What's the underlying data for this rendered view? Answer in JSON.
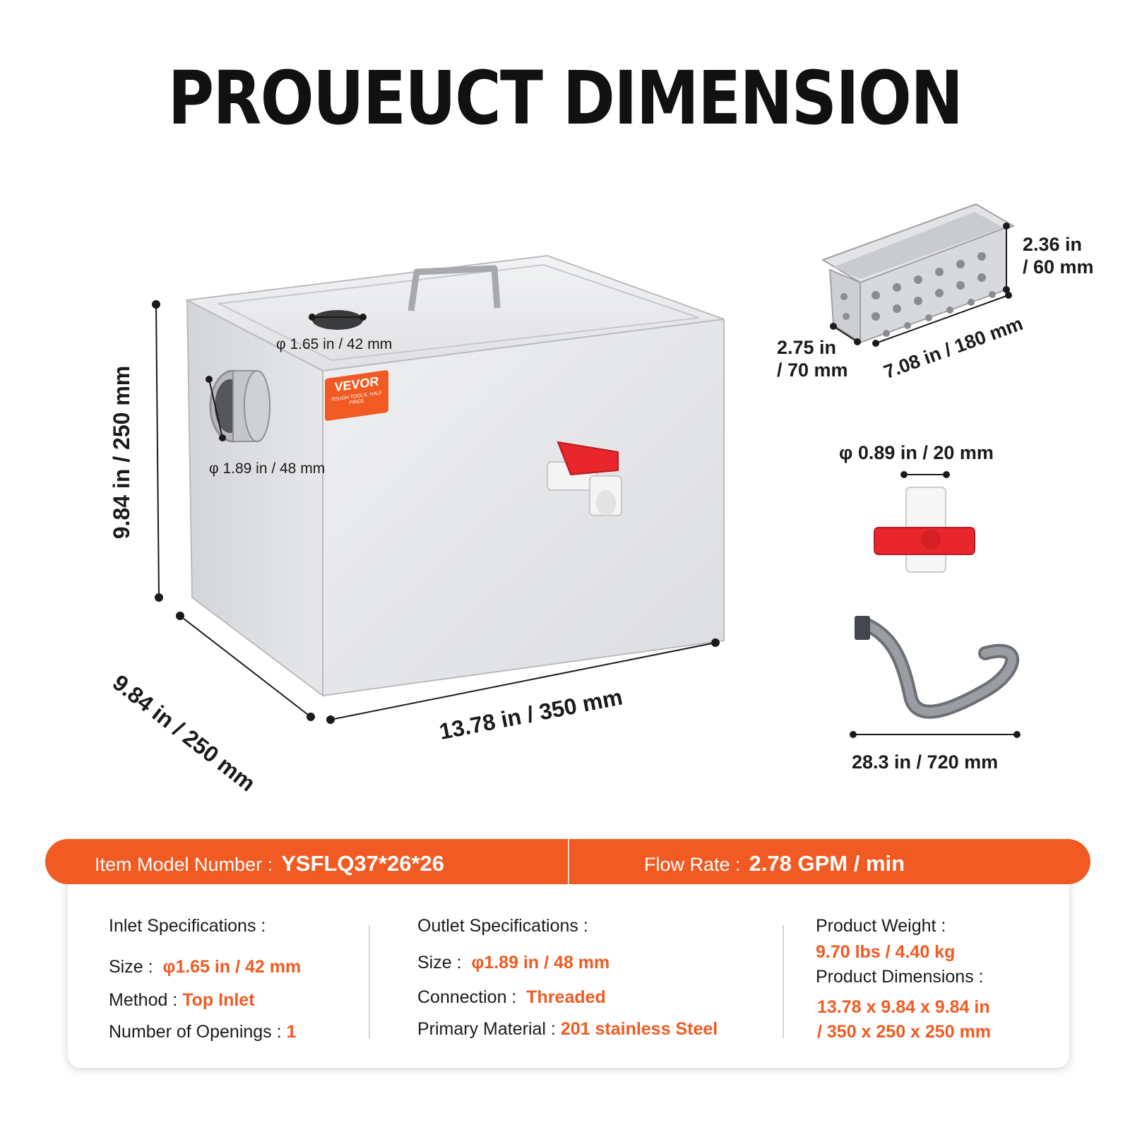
{
  "title": "PROUEUCT DIMENSION",
  "tank": {
    "height": "9.84 in / 250 mm",
    "depth": "9.84 in / 250 mm",
    "width": "13.78 in / 350 mm",
    "top_hole": "φ 1.65 in  / 42 mm",
    "side_inlet": "φ 1.89 in  / 48 mm",
    "brand": "VEVOR",
    "brand_sub": "TOUGH TOOLS, HALF PRICE"
  },
  "basket": {
    "height": "2.36 in\n/ 60 mm",
    "width": "2.75 in\n/ 70 mm",
    "length": "7.08 in / 180 mm"
  },
  "valve": {
    "diameter": "φ 0.89 in / 20 mm"
  },
  "hose": {
    "length": "28.3 in / 720 mm"
  },
  "specs": {
    "header_left_label": "Item Model Number :",
    "header_left_value": "YSFLQ37*26*26",
    "header_right_label": "Flow Rate :",
    "header_right_value": "2.78 GPM / min",
    "inlet_title": "Inlet Specifications :",
    "inlet_size_label": "Size :",
    "inlet_size_value": "φ1.65 in / 42 mm",
    "inlet_method_label": "Method :",
    "inlet_method_value": "Top Inlet",
    "inlet_openings_label": "Number of Openings :",
    "inlet_openings_value": "1",
    "outlet_title": "Outlet Specifications :",
    "outlet_size_label": "Size :",
    "outlet_size_value": "φ1.89 in / 48 mm",
    "outlet_conn_label": "Connection :",
    "outlet_conn_value": "Threaded",
    "outlet_material_label": "Primary Material :",
    "outlet_material_value": "201 stainless Steel",
    "weight_label": "Product Weight :",
    "weight_value": "9.70 lbs / 4.40 kg",
    "dims_label": "Product Dimensions :",
    "dims_value_1": "13.78 x 9.84 x 9.84 in",
    "dims_value_2": "/ 350 x 250 x 250 mm"
  },
  "colors": {
    "accent": "#f15a22",
    "steel": "#e4e5e7",
    "valve_red": "#e8262b"
  }
}
